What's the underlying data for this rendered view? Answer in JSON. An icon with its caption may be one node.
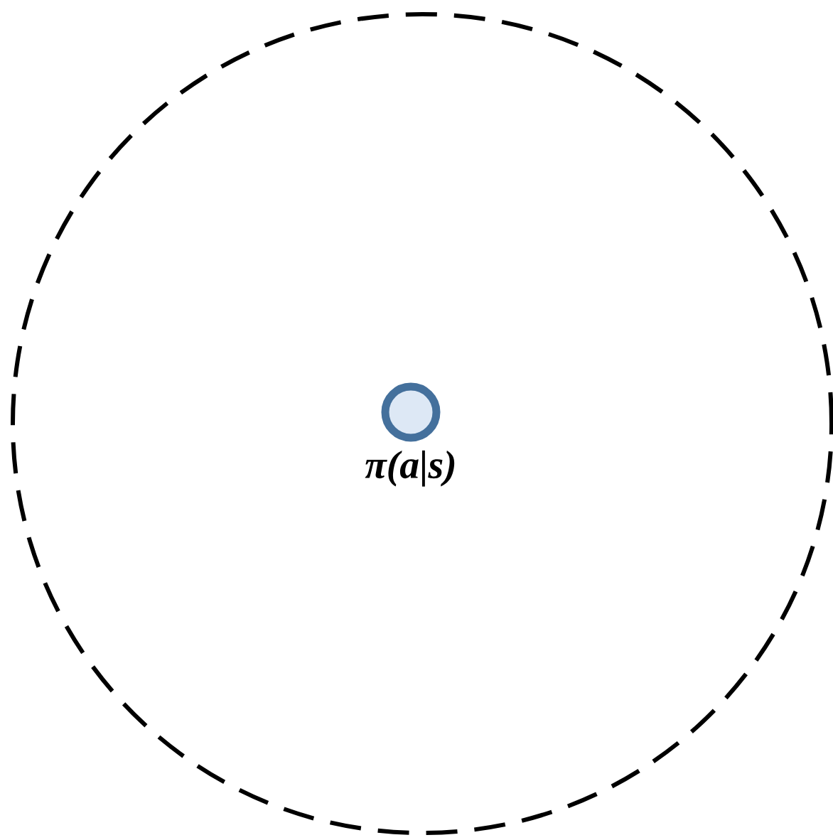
{
  "diagram": {
    "nodes": [
      {
        "text": [],
        "shape": "circle"
      },
      {
        "text": [],
        "shape": "circle",
        "in": 0,
        "beside": [
          "π(a|s)"
        ]
      }
    ]
  }
}
